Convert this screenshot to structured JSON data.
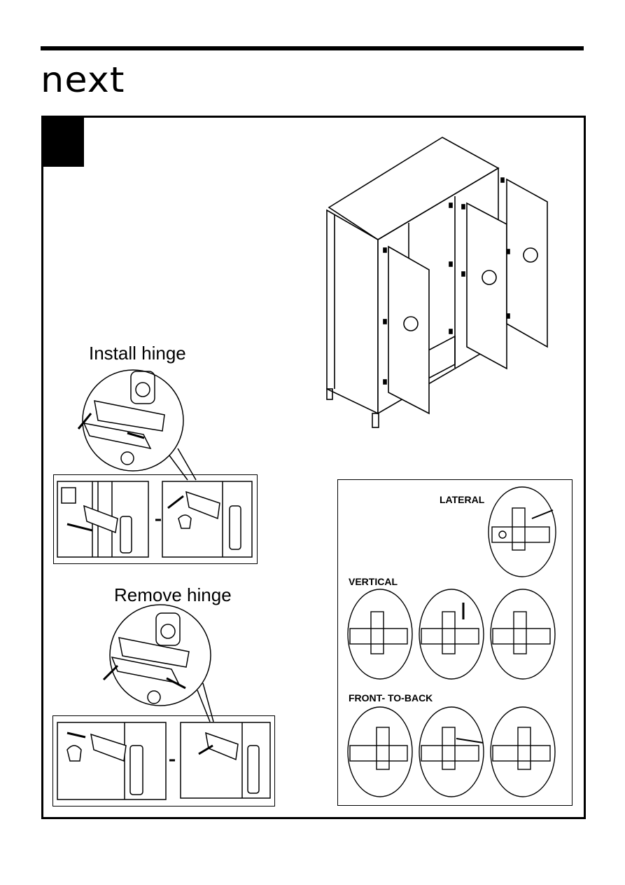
{
  "brand": {
    "logo_text": "next"
  },
  "install": {
    "heading": "Install hinge"
  },
  "remove": {
    "heading": "Remove hinge"
  },
  "adjust": {
    "lateral": "LATERAL",
    "vertical": "VERTICAL",
    "front_to_back": "FRONT- TO-BACK"
  },
  "icons": {
    "wardrobe": "wardrobe-illustration",
    "hinge": "cabinet-hinge-icon",
    "hand": "hand-icon",
    "screwdriver": "screwdriver-icon",
    "arrow": "arrow-icon"
  }
}
